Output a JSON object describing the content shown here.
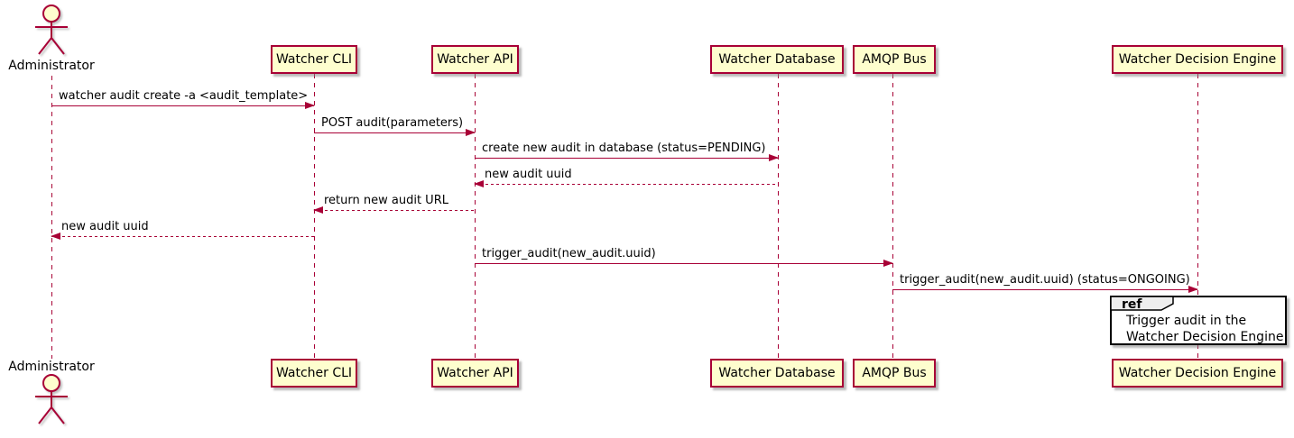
{
  "participants": [
    {
      "name": "Administrator",
      "type": "actor"
    },
    {
      "name": "Watcher CLI",
      "type": "participant"
    },
    {
      "name": "Watcher API",
      "type": "participant"
    },
    {
      "name": "Watcher Database",
      "type": "participant"
    },
    {
      "name": "AMQP Bus",
      "type": "participant"
    },
    {
      "name": "Watcher Decision Engine",
      "type": "participant"
    }
  ],
  "messages": [
    {
      "from": "Administrator",
      "to": "Watcher CLI",
      "label": "watcher audit create -a <audit_template>",
      "line": "solid"
    },
    {
      "from": "Watcher CLI",
      "to": "Watcher API",
      "label": "POST audit(parameters)",
      "line": "solid"
    },
    {
      "from": "Watcher API",
      "to": "Watcher Database",
      "label": "create new audit in database (status=PENDING)",
      "line": "solid"
    },
    {
      "from": "Watcher Database",
      "to": "Watcher API",
      "label": "new audit uuid",
      "line": "dotted"
    },
    {
      "from": "Watcher API",
      "to": "Watcher CLI",
      "label": "return new audit URL",
      "line": "dotted"
    },
    {
      "from": "Watcher CLI",
      "to": "Administrator",
      "label": "new audit uuid",
      "line": "dotted"
    },
    {
      "from": "Watcher API",
      "to": "AMQP Bus",
      "label": "trigger_audit(new_audit.uuid)",
      "line": "solid"
    },
    {
      "from": "AMQP Bus",
      "to": "Watcher Decision Engine",
      "label": "trigger_audit(new_audit.uuid) (status=ONGOING)",
      "line": "solid"
    }
  ],
  "ref_fragment": {
    "keyword": "ref",
    "lines": [
      "Trigger audit in the",
      "Watcher Decision Engine"
    ],
    "over": "Watcher Decision Engine"
  },
  "colors": {
    "participant_fill": "#FEFECE",
    "stroke": "#A80036",
    "text": "#000000",
    "ref_header_fill": "#EEEEEE",
    "ref_border": "#000000",
    "background": "#FFFFFF"
  }
}
